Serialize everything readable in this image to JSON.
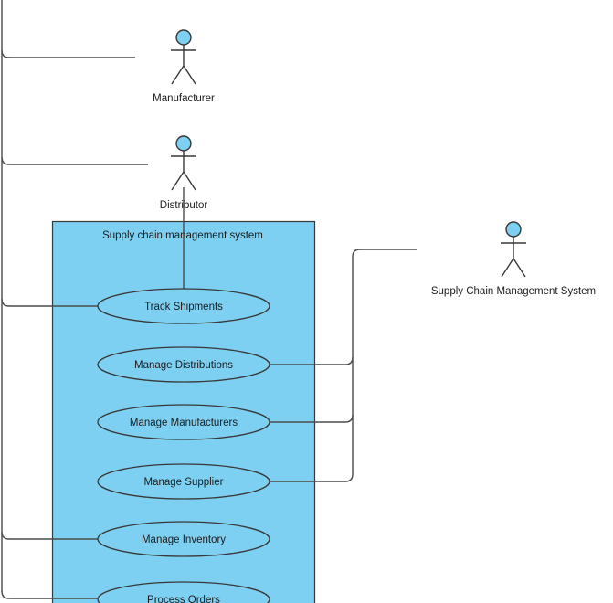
{
  "diagram": {
    "kind": "uml-use-case-diagram",
    "colors": {
      "shape_fill": "#7dd0f1",
      "shape_stroke": "#383838",
      "line_color": "#4b4b4b",
      "text_color": "#1c1c1c",
      "background": "#ffffff"
    },
    "system_boundary": {
      "title": "Supply chain management system"
    },
    "actors": [
      {
        "name": "Manufacturer"
      },
      {
        "name": "Distributor"
      },
      {
        "name": "Supply Chain Management System"
      }
    ],
    "use_cases": [
      {
        "name": "Track Shipments"
      },
      {
        "name": "Manage Distributions"
      },
      {
        "name": "Manage Manufacturers"
      },
      {
        "name": "Manage Supplier"
      },
      {
        "name": "Manage Inventory"
      },
      {
        "name": "Process Orders"
      }
    ],
    "associations": [
      {
        "from": "off-canvas-left",
        "to": "Manufacturer"
      },
      {
        "from": "off-canvas-left",
        "to": "Distributor"
      },
      {
        "from": "off-canvas-left",
        "to": "Track Shipments"
      },
      {
        "from": "off-canvas-left",
        "to": "Manage Inventory"
      },
      {
        "from": "off-canvas-left",
        "to": "Process Orders"
      },
      {
        "from": "Distributor",
        "to": "Track Shipments"
      },
      {
        "from": "Supply Chain Management System",
        "to": "Manage Distributions"
      },
      {
        "from": "Supply Chain Management System",
        "to": "Manage Manufacturers"
      },
      {
        "from": "Supply Chain Management System",
        "to": "Manage Supplier"
      }
    ]
  }
}
